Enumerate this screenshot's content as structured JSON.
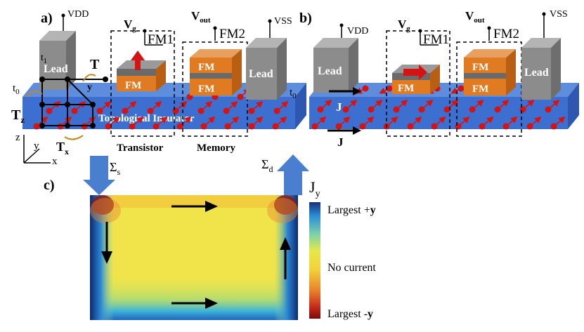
{
  "panels": {
    "a": {
      "label": "a)",
      "vdd": "VDD",
      "vg": "V",
      "vg_sub": "g",
      "vout": "V",
      "vout_sub": "out",
      "vss": "VSS",
      "fm1": "FM1",
      "fm2": "FM2",
      "lead_left": "Lead",
      "lead_right": "Lead",
      "fm_gate": "FM",
      "fm_mem_top": "FM",
      "fm_mem_bottom": "FM",
      "ti_label": "Topological Insulator",
      "transistor": "Transistor",
      "memory": "Memory",
      "t_label": "T",
      "t0_left": "t",
      "t0_left_sub": "0",
      "t0_right": "t",
      "t0_right_sub": "0",
      "t1": "t",
      "t1_sub": "1",
      "y_small": "y",
      "tz": "T",
      "tz_sub": "z",
      "tx": "T",
      "tx_sub": "x",
      "axis_z": "z",
      "axis_y": "y",
      "axis_x": "x"
    },
    "b": {
      "label": "b)",
      "vdd": "VDD",
      "vg": "V",
      "vg_sub": "g",
      "vout": "V",
      "vout_sub": "out",
      "vss": "VSS",
      "fm1": "FM1",
      "fm2": "FM2",
      "lead_left": "Lead",
      "lead_right": "Lead",
      "fm_gate": "FM",
      "fm_mem_top": "FM",
      "fm_mem_bottom": "FM",
      "j_top": "J",
      "j_bottom": "J"
    },
    "c": {
      "label": "c)",
      "sigma_s": "Σ",
      "sigma_s_sub": "s",
      "sigma_d": "Σ",
      "sigma_d_sub": "d",
      "jy": "J",
      "jy_sub": "y",
      "legend_top": "Largest +",
      "legend_top_bold": "y",
      "legend_mid": "No current",
      "legend_bottom": "Largest -",
      "legend_bottom_bold": "y"
    }
  },
  "colors": {
    "ti_blue": "#3d6fd0",
    "lead_gray": "#8c8c8c",
    "fm_orange": "#e07b22",
    "fm_gray": "#6a6a6a",
    "spin_red": "#d41414",
    "arrow_blue": "#4a7fd0"
  }
}
